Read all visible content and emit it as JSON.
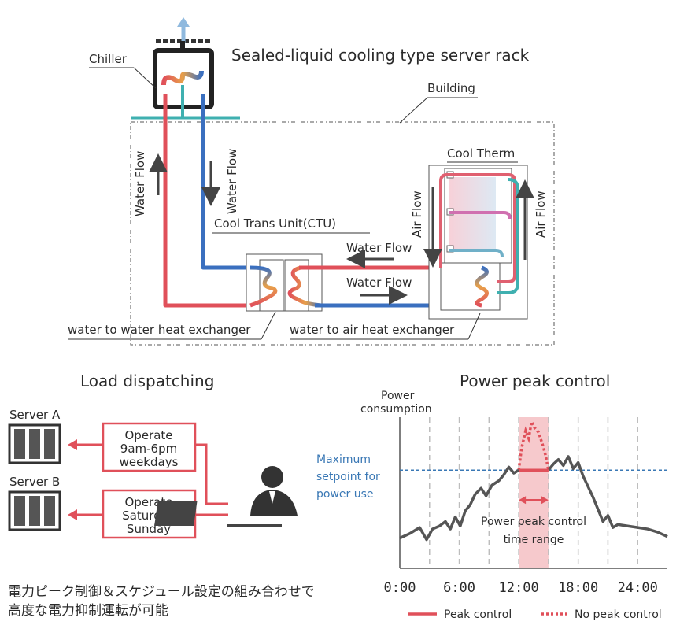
{
  "cooling": {
    "title": "Sealed-liquid cooling type server rack",
    "chiller": "Chiller",
    "building": "Building",
    "cool_therm": "Cool Therm",
    "ctu": "Cool Trans Unit(CTU)",
    "water_flow_up": "Water Flow",
    "water_flow_down": "Water Flow",
    "water_flow_left": "Water Flow",
    "water_flow_right": "Water Flow",
    "air_flow_down": "Air Flow",
    "air_flow_up": "Air Flow",
    "ww_hx": "water to water heat exchanger",
    "wa_hx": "water to air heat exchanger",
    "colors": {
      "hot": "#e0505a",
      "cold": "#3a6fbf",
      "cool": "#3fb0b0",
      "warm": "#e88a3a"
    }
  },
  "dispatch": {
    "title": "Load dispatching",
    "server_a": "Server A",
    "server_b": "Server B",
    "box_a": [
      "Operate",
      "9am-6pm",
      "weekdays"
    ],
    "box_b": [
      "Operate",
      "Saturday",
      "Sunday"
    ]
  },
  "peak": {
    "title": "Power peak control",
    "ylabel": [
      "Power",
      "consumption"
    ],
    "setpoint_label": [
      "Maximum",
      "setpoint for",
      "power use"
    ],
    "range_label": [
      "Power peak control",
      "time range"
    ],
    "legend_peak": "Peak control",
    "legend_no_peak": "No peak control"
  },
  "caption": [
    "電力ピーク制御＆スケジュール設定の組み合わせで",
    "高度な電力抑制運転が可能"
  ],
  "chart_data": {
    "type": "line",
    "title": "Power peak control",
    "ylabel": "Power consumption",
    "x_ticks": [
      "0:00",
      "6:00",
      "12:00",
      "18:00",
      "24:00"
    ],
    "xlim": [
      0,
      27
    ],
    "ylim": [
      0,
      100
    ],
    "setpoint": 65,
    "peak_window": [
      12,
      15
    ],
    "series": [
      {
        "name": "Peak control",
        "x": [
          0,
          1,
          2,
          2.7,
          3.3,
          4,
          4.6,
          5.1,
          5.6,
          6.1,
          6.6,
          7.1,
          7.6,
          8.2,
          8.7,
          9.3,
          10,
          10.5,
          11,
          11.5,
          12,
          15,
          15.5,
          16,
          16.5,
          17,
          17.5,
          18,
          18.5,
          19,
          19.5,
          20,
          20.5,
          21,
          21.5,
          22,
          23,
          24,
          25,
          26,
          27
        ],
        "y": [
          20,
          23,
          27,
          19,
          26,
          28,
          31,
          26,
          34,
          28,
          38,
          42,
          49,
          53,
          48,
          55,
          58,
          62,
          67,
          63,
          65,
          65,
          69,
          72,
          68,
          74,
          66,
          70,
          61,
          54,
          47,
          39,
          31,
          35,
          27,
          29,
          28,
          27,
          26,
          24,
          21
        ]
      },
      {
        "name": "No peak control",
        "x": [
          12,
          12.3,
          12.7,
          13,
          13.3,
          13.6,
          14,
          14.4,
          14.7,
          15
        ],
        "y": [
          65,
          80,
          91,
          86,
          97,
          93,
          90,
          82,
          75,
          65
        ]
      }
    ]
  }
}
